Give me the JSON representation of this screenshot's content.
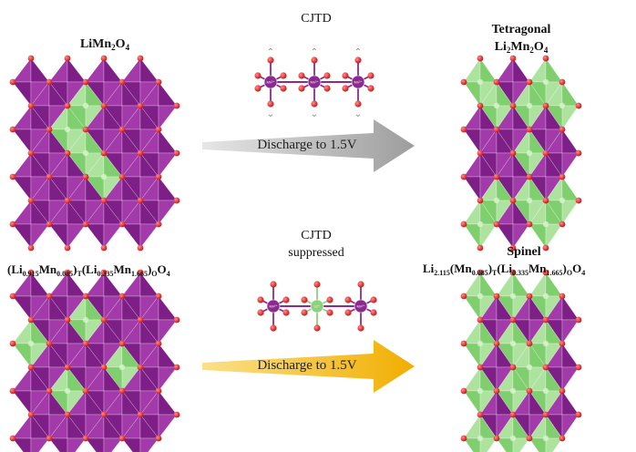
{
  "top": {
    "left_label": {
      "main": "LiMn",
      "sub1": "2",
      "mid": "O",
      "sub2": "4"
    },
    "mechanism_label": "CJTD",
    "right_label_line1": "Tetragonal",
    "right_label_line2": {
      "main": "Li",
      "sub1": "2",
      "mid": "Mn",
      "sub2": "2",
      "end": "O",
      "sub3": "4"
    },
    "arrow_text": "Discharge to 1.5V",
    "chain_ion_labels": [
      "Mn³⁺",
      "Mn³⁺",
      "Mn³⁺"
    ]
  },
  "bottom": {
    "left_label": {
      "p1": "(Li",
      "s1": "0.915",
      "p2": "Mn",
      "s2": "0.085",
      "p3": ")",
      "s3": "T",
      "p4": "(Li",
      "s4": "0.335",
      "p5": "Mn",
      "s5": "1.665",
      "p6": ")",
      "s6": "O",
      "p7": "O",
      "s7": "4"
    },
    "mechanism_label_line1": "CJTD",
    "mechanism_label_line2": "suppressed",
    "right_label_line1": "Spinel",
    "right_label_line2": {
      "p1": "Li",
      "s1": "2.115",
      "p2": "(Mn",
      "s2": "0.085",
      "p3": ")",
      "s3": "T",
      "p4": "(Li",
      "s4": "0.335",
      "p5": "Mn",
      "s5": "1.665",
      "p6": ")",
      "s6": "O",
      "p7": "O",
      "s7": "4"
    },
    "arrow_text": "Discharge to 1.5V",
    "chain_ion_labels": [
      "Mn³⁺",
      "Li⁺",
      "Mn³⁺"
    ]
  },
  "colors": {
    "mn_octahedron": "#7d1f86",
    "mn_octahedron_light": "#a23aa9",
    "li_octahedron": "#7fcf6f",
    "li_octahedron_light": "#aee39f",
    "oxygen": "#e21c1c",
    "mn_atom": "#8a2a8f",
    "li_atom": "#8ed07e",
    "gray_arrow": "#b9b9b9",
    "gold_arrow": "#f3b500"
  }
}
